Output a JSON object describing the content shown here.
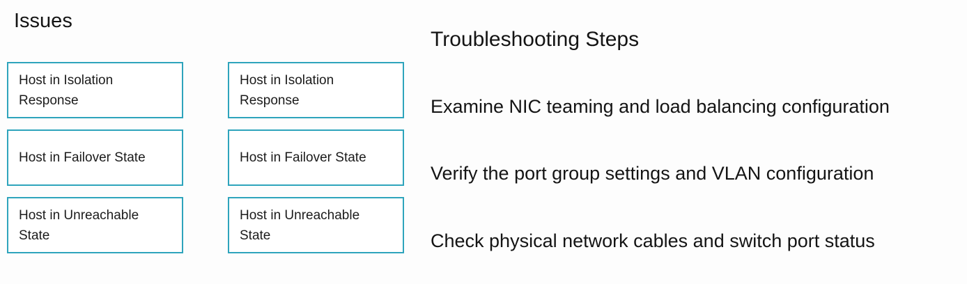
{
  "issues": {
    "title": "Issues",
    "items": [
      "Host in Isolation Response",
      "Host in Failover State",
      "Host in Unreachable State"
    ]
  },
  "steps": {
    "title": "Troubleshooting Steps",
    "items": [
      "Examine NIC teaming and load balancing configuration",
      "Verify the port group settings and VLAN configuration",
      "Check physical network cables and switch port status"
    ]
  },
  "colors": {
    "box_border": "#2ea4bc",
    "text": "#1b1b1b",
    "background": "#fdfdfd"
  }
}
